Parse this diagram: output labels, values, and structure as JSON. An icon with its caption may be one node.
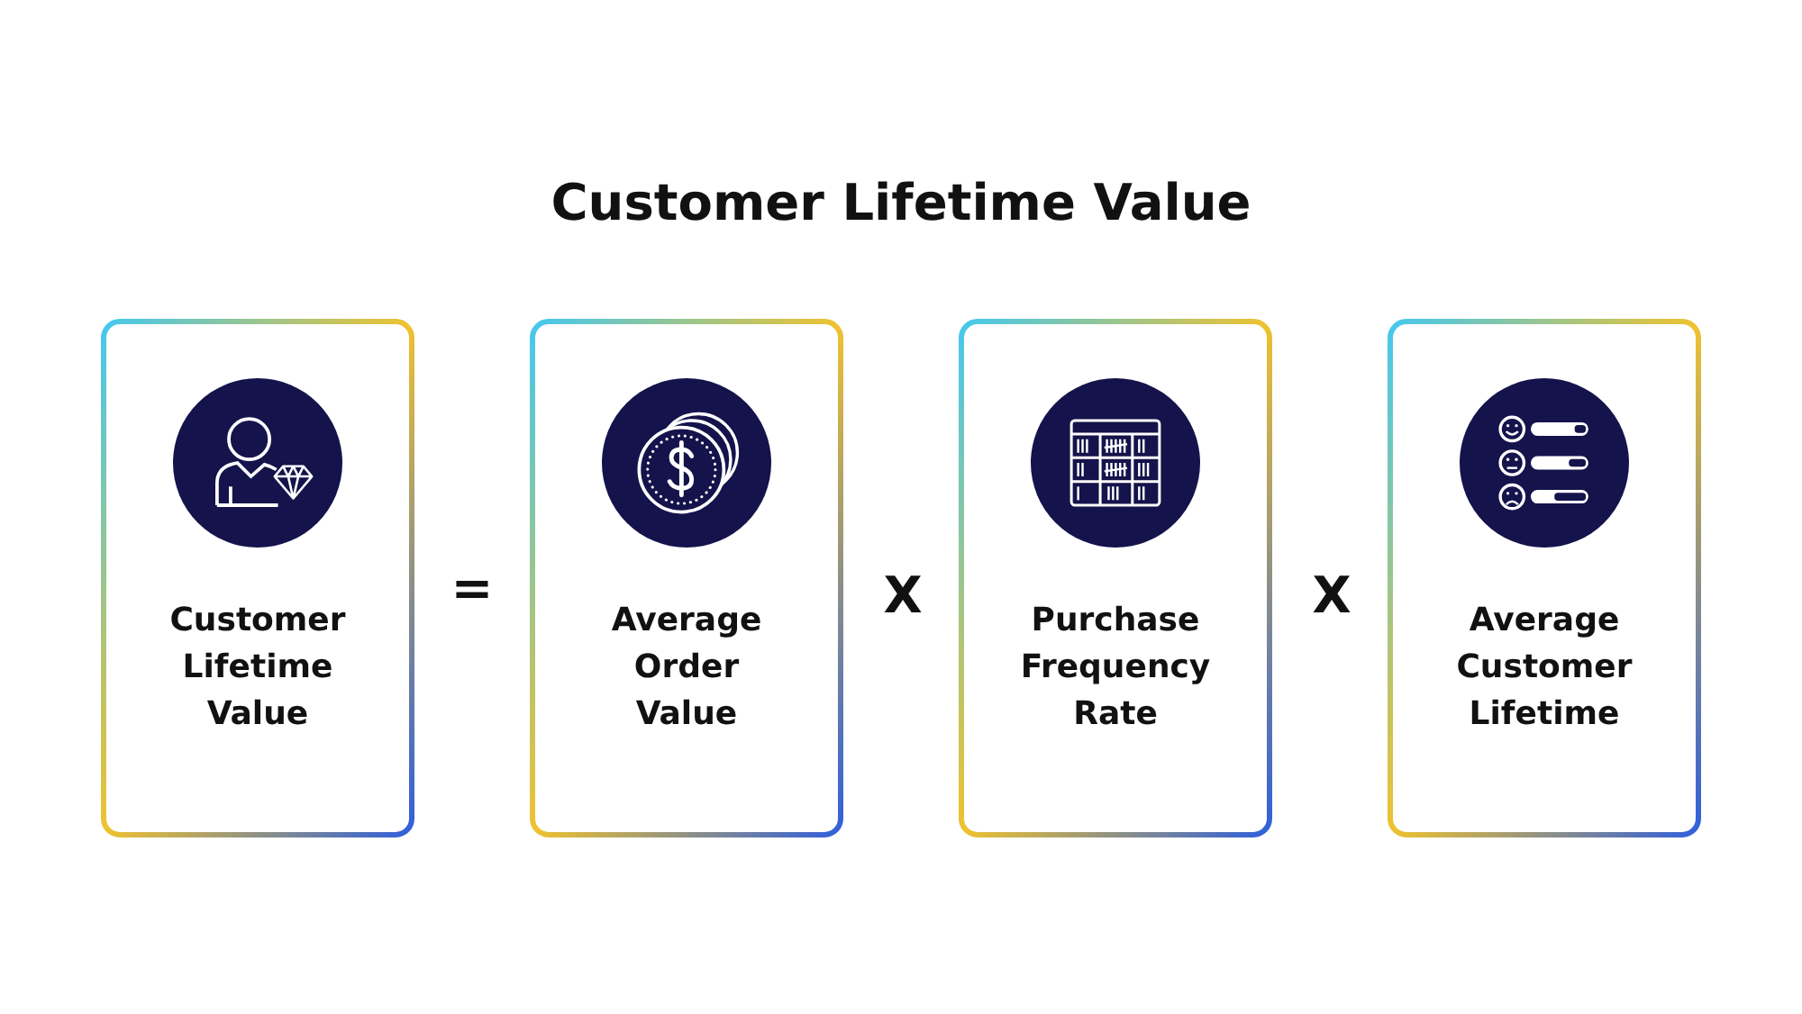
{
  "diagram": {
    "title": "Customer Lifetime Value",
    "nodes": [
      {
        "text": [
          "Customer Lifetime Value"
        ]
      },
      {
        "text": [
          "Average Order Value"
        ]
      },
      {
        "text": [
          "Purchase Frequency Rate"
        ]
      },
      {
        "text": [
          "Average Customer Lifetime"
        ]
      }
    ],
    "labels": [
      "=",
      "X",
      "X"
    ]
  }
}
